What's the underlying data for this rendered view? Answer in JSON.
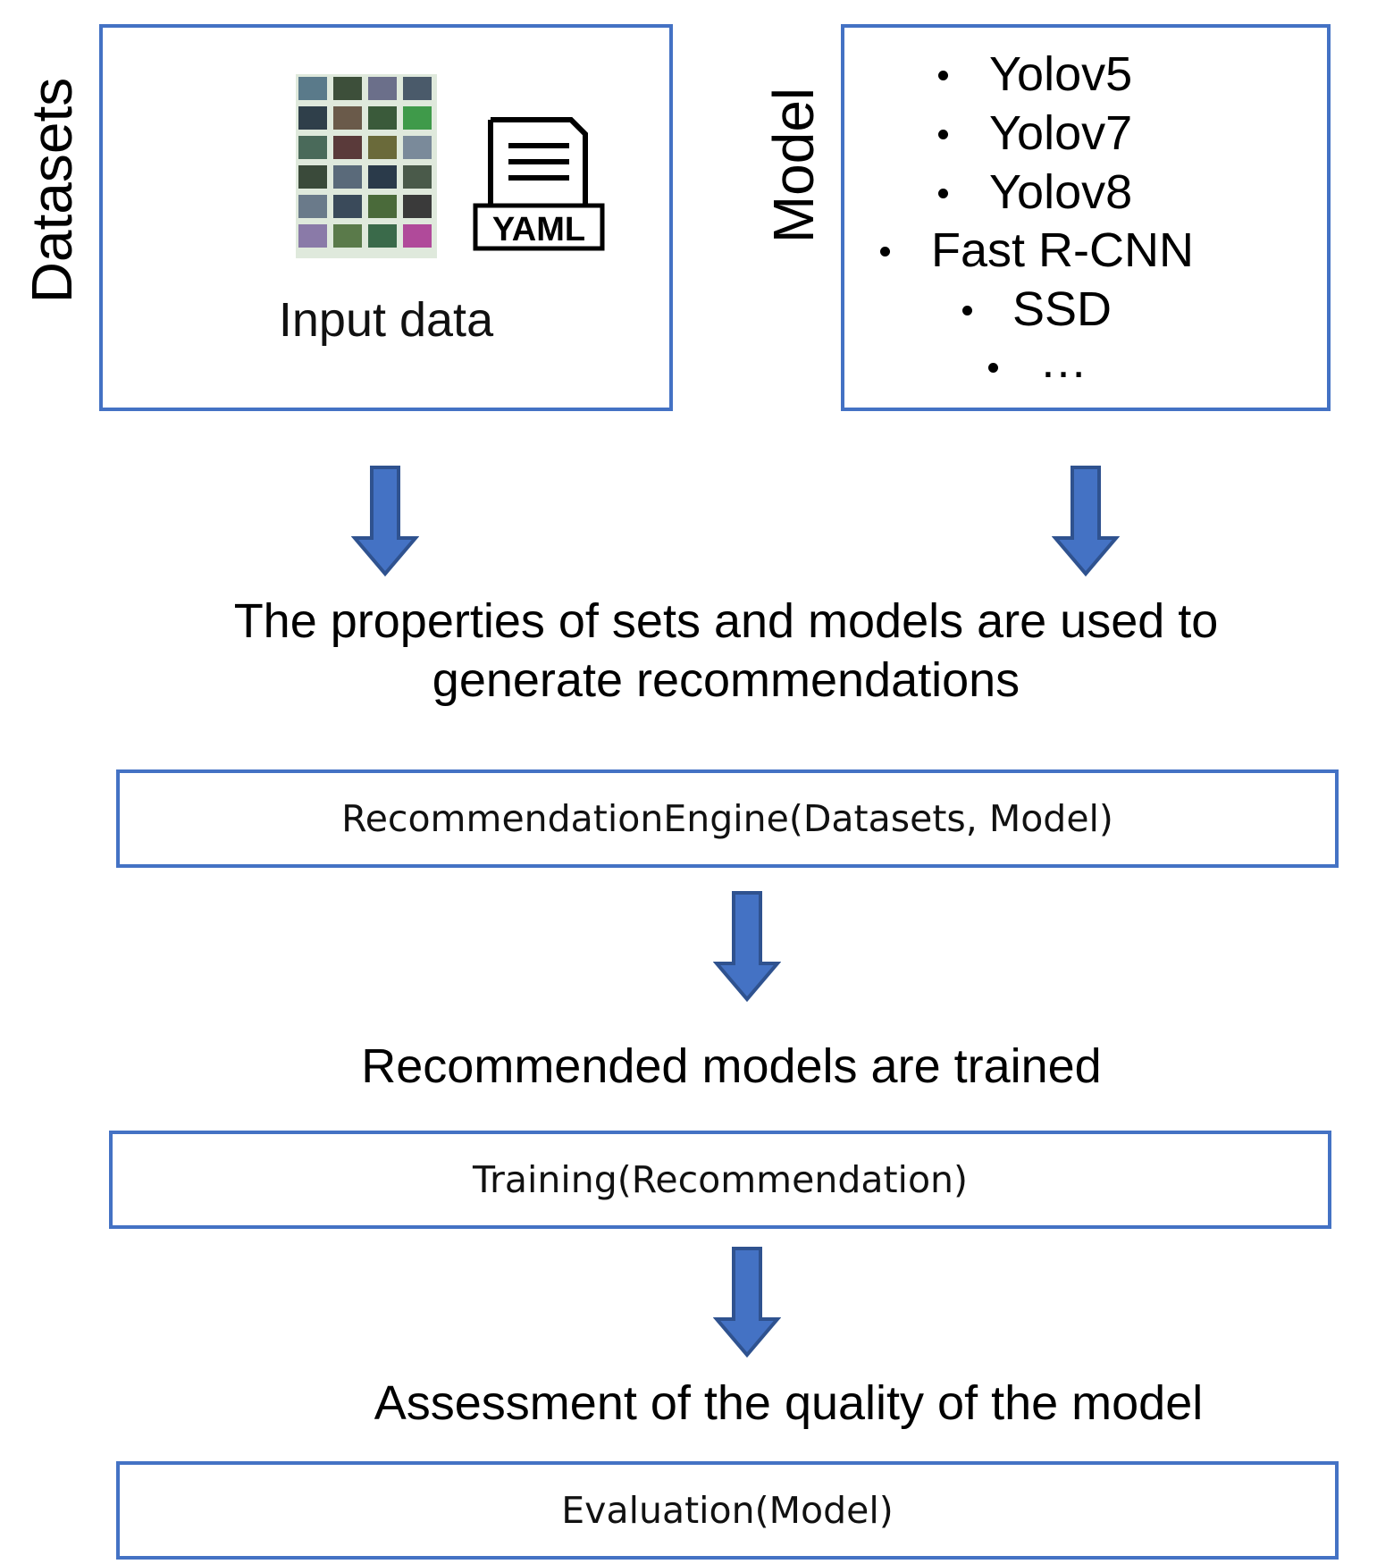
{
  "datasets": {
    "side_label": "Datasets",
    "input_caption": "Input data",
    "yaml_label": "YAML"
  },
  "model": {
    "side_label": "Model",
    "items": [
      "Yolov5",
      "Yolov7",
      "Yolov8",
      "Fast R-CNN",
      "SSD",
      "…"
    ]
  },
  "steps": {
    "properties_text_line1": "The properties of sets and models are used to",
    "properties_text_line2": "generate recommendations",
    "recommendation_call": "RecommendationEngine(Datasets, Model)",
    "trained_text": "Recommended models are trained",
    "training_call": "Training(Recommendation)",
    "assessment_text": "Assessment of the quality of the model",
    "evaluation_call": "Evaluation(Model)"
  },
  "colors": {
    "border": "#4472c4",
    "arrow_fill": "#4472c4",
    "arrow_stroke": "#2f528f"
  }
}
